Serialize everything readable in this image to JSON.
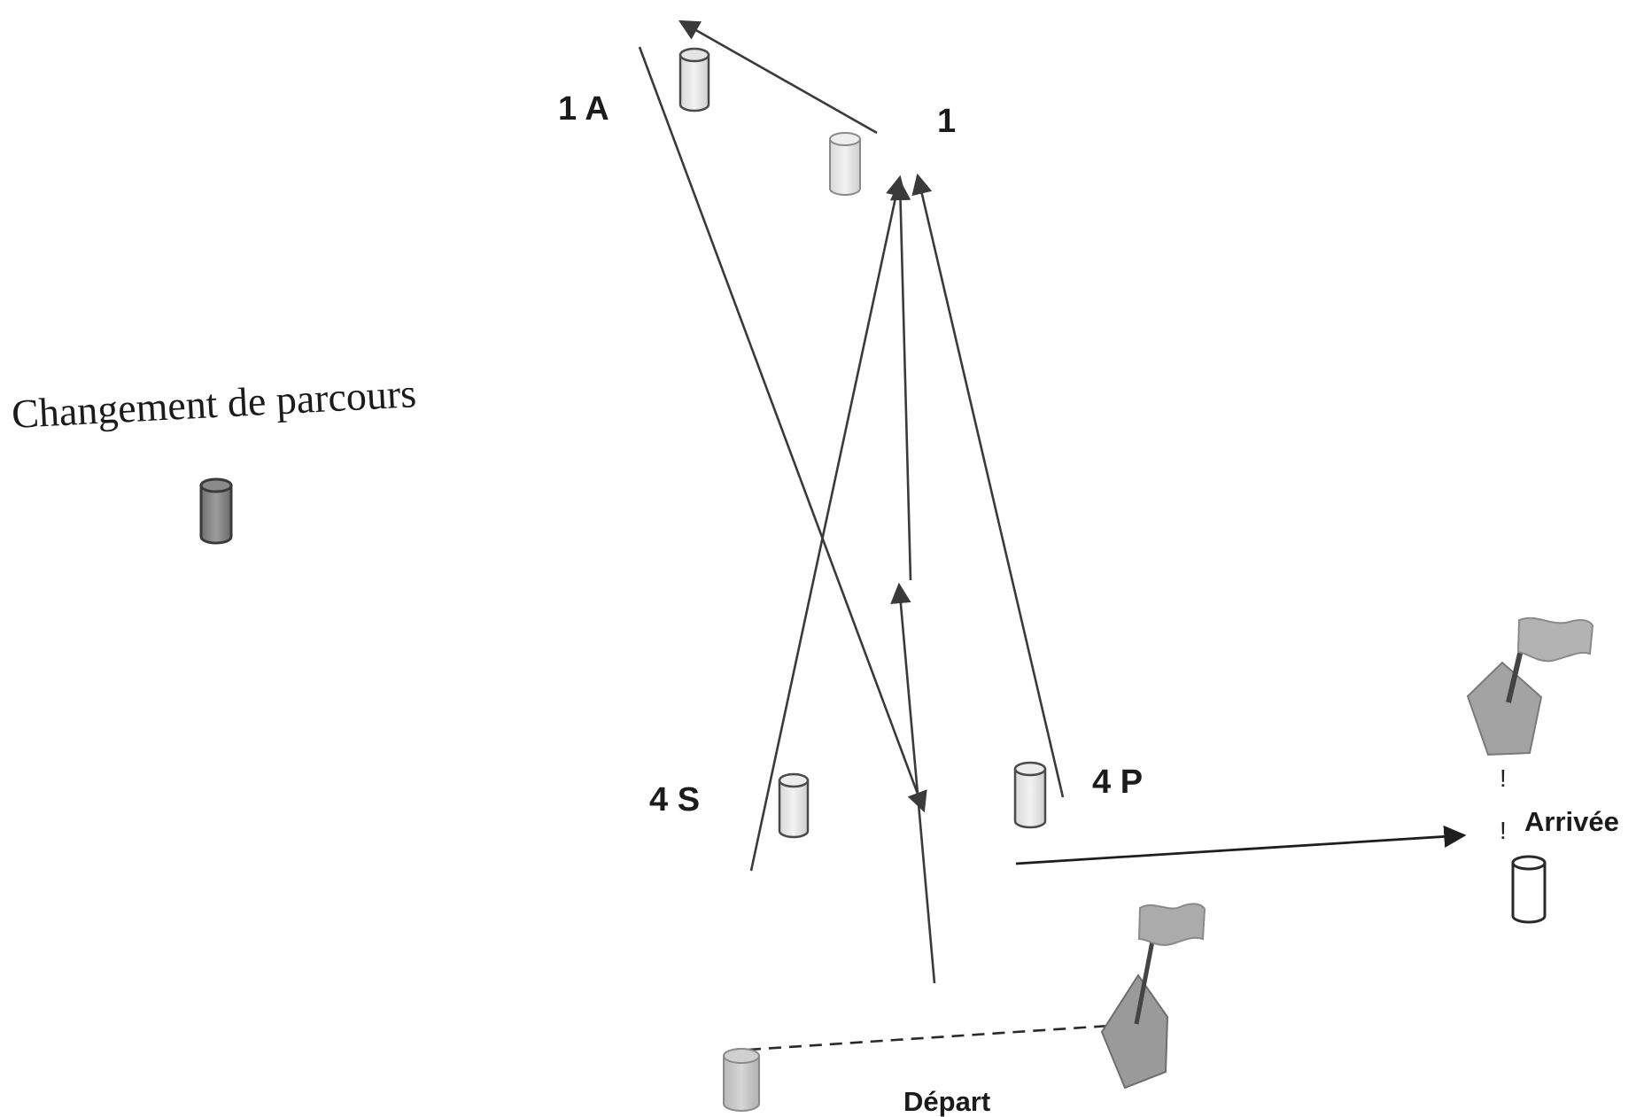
{
  "title": "Changement de parcours",
  "marks": {
    "m1": "1",
    "m1a": "1 A",
    "m4s": "4 S",
    "m4p": "4 P"
  },
  "start_label": "Départ",
  "finish_label": "Arrivée",
  "finish_separator": "!",
  "colors": {
    "buoy_light": "#ececec",
    "buoy_dark": "#8a8a8a",
    "buoy_white": "#ffffff",
    "committee_boat": "#9a9a9a",
    "flag": "#b0b0b0",
    "course_line": "#3a3a3a"
  }
}
